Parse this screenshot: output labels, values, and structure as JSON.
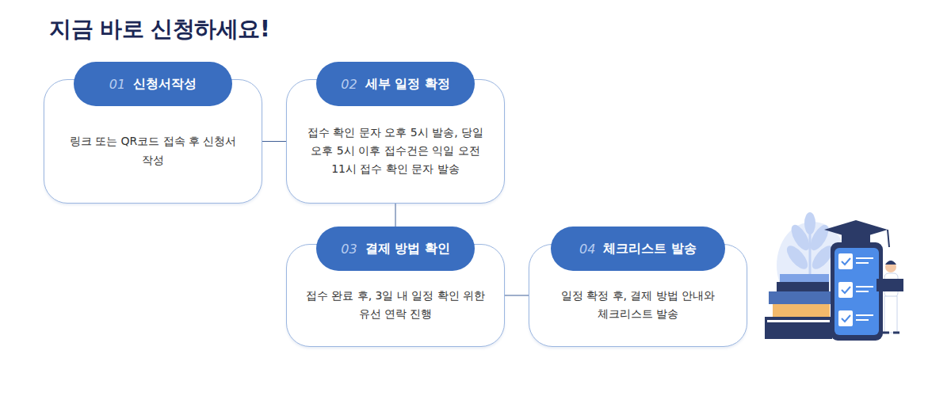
{
  "diagram": {
    "title": "지금 바로 신청하세요!",
    "nodes": [
      {
        "text": [
          "링크 또는 QR코드 접속 후 신청서 작성"
        ]
      },
      {
        "text": [
          "01",
          "신청서작성"
        ],
        "in": 0
      },
      {
        "text": [
          "접수 확인 문자 오후 5시 발송, 당일 오후 5시 이후 접수건은 익일 오전 11시 접수 확인 문자 발송"
        ]
      },
      {
        "text": [
          "02",
          "세부 일정 확정"
        ],
        "in": 2
      },
      {
        "text": [
          "접수 완료 후, 3일 내 일정 확인 위한 유선 연락 진행"
        ]
      },
      {
        "text": [
          "03",
          "결제 방법 확인"
        ],
        "in": 4
      },
      {
        "text": [
          "일정 확정 후, 결제 방법 안내와 체크리스트 발송"
        ]
      },
      {
        "text": [
          "04",
          "체크리스트 발송"
        ],
        "in": 6
      }
    ],
    "edges": [
      {
        "from": 0,
        "to": 2,
        "arrow": "none"
      },
      {
        "from": 2,
        "to": 4,
        "arrow": "none"
      },
      {
        "from": 4,
        "to": 6,
        "arrow": "none"
      }
    ]
  }
}
